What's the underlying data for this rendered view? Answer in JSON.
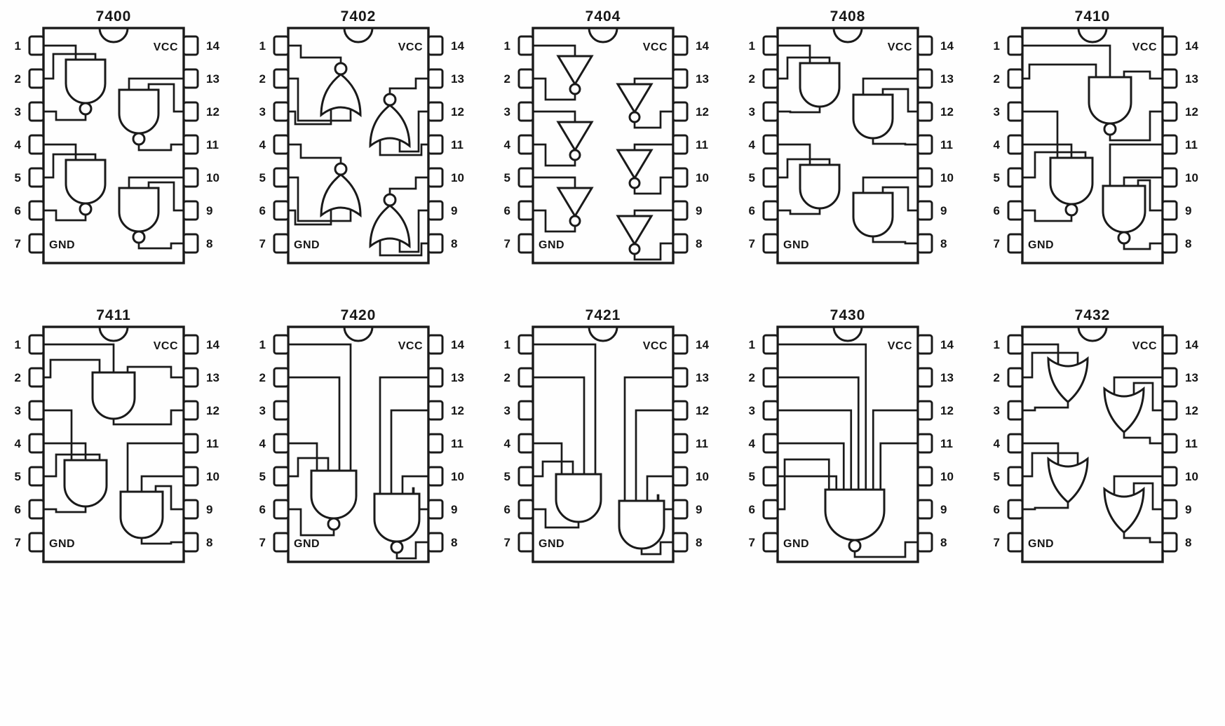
{
  "page": {
    "background": "#ffffff",
    "ink": "#1a1a1a"
  },
  "labels": {
    "vcc": "VCC",
    "gnd": "GND"
  },
  "chips": [
    {
      "name": "7400",
      "vcc": "VCC",
      "gnd": "GND",
      "left_pins": [
        "1",
        "2",
        "3",
        "4",
        "5",
        "6",
        "7"
      ],
      "right_pins": [
        "14",
        "13",
        "12",
        "11",
        "10",
        "9",
        "8"
      ],
      "gates": [
        {
          "type": "nand",
          "inputs": [
            1,
            2
          ],
          "output": 3
        },
        {
          "type": "nand",
          "inputs": [
            4,
            5
          ],
          "output": 6
        },
        {
          "type": "nand",
          "inputs": [
            13,
            12
          ],
          "output": 11
        },
        {
          "type": "nand",
          "inputs": [
            10,
            9
          ],
          "output": 8
        }
      ]
    },
    {
      "name": "7402",
      "vcc": "VCC",
      "gnd": "GND",
      "left_pins": [
        "1",
        "2",
        "3",
        "4",
        "5",
        "6",
        "7"
      ],
      "right_pins": [
        "14",
        "13",
        "12",
        "11",
        "10",
        "9",
        "8"
      ],
      "gates": [
        {
          "type": "nor",
          "inputs": [
            3,
            2
          ],
          "output": 1
        },
        {
          "type": "nor",
          "inputs": [
            6,
            5
          ],
          "output": 4
        },
        {
          "type": "nor",
          "inputs": [
            11,
            12
          ],
          "output": 13
        },
        {
          "type": "nor",
          "inputs": [
            8,
            9
          ],
          "output": 10
        }
      ]
    },
    {
      "name": "7404",
      "vcc": "VCC",
      "gnd": "GND",
      "left_pins": [
        "1",
        "2",
        "3",
        "4",
        "5",
        "6",
        "7"
      ],
      "right_pins": [
        "14",
        "13",
        "12",
        "11",
        "10",
        "9",
        "8"
      ],
      "gates": [
        {
          "type": "not",
          "inputs": [
            1
          ],
          "output": 2
        },
        {
          "type": "not",
          "inputs": [
            3
          ],
          "output": 4
        },
        {
          "type": "not",
          "inputs": [
            5
          ],
          "output": 6
        },
        {
          "type": "not",
          "inputs": [
            13
          ],
          "output": 12
        },
        {
          "type": "not",
          "inputs": [
            11
          ],
          "output": 10
        },
        {
          "type": "not",
          "inputs": [
            9
          ],
          "output": 8
        }
      ]
    },
    {
      "name": "7408",
      "vcc": "VCC",
      "gnd": "GND",
      "left_pins": [
        "1",
        "2",
        "3",
        "4",
        "5",
        "6",
        "7"
      ],
      "right_pins": [
        "14",
        "13",
        "12",
        "11",
        "10",
        "9",
        "8"
      ],
      "gates": [
        {
          "type": "and",
          "inputs": [
            1,
            2
          ],
          "output": 3
        },
        {
          "type": "and",
          "inputs": [
            4,
            5
          ],
          "output": 6
        },
        {
          "type": "and",
          "inputs": [
            13,
            12
          ],
          "output": 11
        },
        {
          "type": "and",
          "inputs": [
            10,
            9
          ],
          "output": 8
        }
      ]
    },
    {
      "name": "7410",
      "vcc": "VCC",
      "gnd": "GND",
      "left_pins": [
        "1",
        "2",
        "3",
        "4",
        "5",
        "6",
        "7"
      ],
      "right_pins": [
        "14",
        "13",
        "12",
        "11",
        "10",
        "9",
        "8"
      ],
      "gates": [
        {
          "type": "nand",
          "inputs": [
            2,
            1,
            13
          ],
          "output": 12
        },
        {
          "type": "nand",
          "inputs": [
            3,
            4,
            5
          ],
          "output": 6
        },
        {
          "type": "nand",
          "inputs": [
            11,
            10,
            9
          ],
          "output": 8
        }
      ]
    },
    {
      "name": "7411",
      "vcc": "VCC",
      "gnd": "GND",
      "left_pins": [
        "1",
        "2",
        "3",
        "4",
        "5",
        "6",
        "7"
      ],
      "right_pins": [
        "14",
        "13",
        "12",
        "11",
        "10",
        "9",
        "8"
      ],
      "gates": [
        {
          "type": "and",
          "inputs": [
            2,
            1,
            13
          ],
          "output": 12
        },
        {
          "type": "and",
          "inputs": [
            3,
            4,
            5
          ],
          "output": 6
        },
        {
          "type": "and",
          "inputs": [
            11,
            10,
            9
          ],
          "output": 8
        }
      ]
    },
    {
      "name": "7420",
      "vcc": "VCC",
      "gnd": "GND",
      "left_pins": [
        "1",
        "2",
        "3",
        "4",
        "5",
        "6",
        "7"
      ],
      "right_pins": [
        "14",
        "13",
        "12",
        "11",
        "10",
        "9",
        "8"
      ],
      "gates": [
        {
          "type": "nand",
          "inputs": [
            4,
            5,
            2,
            1
          ],
          "output": 6
        },
        {
          "type": "nand",
          "inputs": [
            13,
            12,
            10,
            9
          ],
          "output": 8
        }
      ]
    },
    {
      "name": "7421",
      "vcc": "VCC",
      "gnd": "GND",
      "left_pins": [
        "1",
        "2",
        "3",
        "4",
        "5",
        "6",
        "7"
      ],
      "right_pins": [
        "14",
        "13",
        "12",
        "11",
        "10",
        "9",
        "8"
      ],
      "gates": [
        {
          "type": "and",
          "inputs": [
            4,
            5,
            2,
            1
          ],
          "output": 6
        },
        {
          "type": "and",
          "inputs": [
            13,
            12,
            10,
            9
          ],
          "output": 8
        }
      ]
    },
    {
      "name": "7430",
      "vcc": "VCC",
      "gnd": "GND",
      "left_pins": [
        "1",
        "2",
        "3",
        "4",
        "5",
        "6",
        "7"
      ],
      "right_pins": [
        "14",
        "13",
        "12",
        "11",
        "10",
        "9",
        "8"
      ],
      "gates": [
        {
          "type": "nand",
          "inputs": [
            6,
            5,
            4,
            3,
            2,
            1,
            12,
            11
          ],
          "output": 8
        }
      ]
    },
    {
      "name": "7432",
      "vcc": "VCC",
      "gnd": "GND",
      "left_pins": [
        "1",
        "2",
        "3",
        "4",
        "5",
        "6",
        "7"
      ],
      "right_pins": [
        "14",
        "13",
        "12",
        "11",
        "10",
        "9",
        "8"
      ],
      "gates": [
        {
          "type": "or",
          "inputs": [
            1,
            2
          ],
          "output": 3
        },
        {
          "type": "or",
          "inputs": [
            4,
            5
          ],
          "output": 6
        },
        {
          "type": "or",
          "inputs": [
            13,
            12
          ],
          "output": 11
        },
        {
          "type": "or",
          "inputs": [
            10,
            9
          ],
          "output": 8
        }
      ]
    }
  ]
}
